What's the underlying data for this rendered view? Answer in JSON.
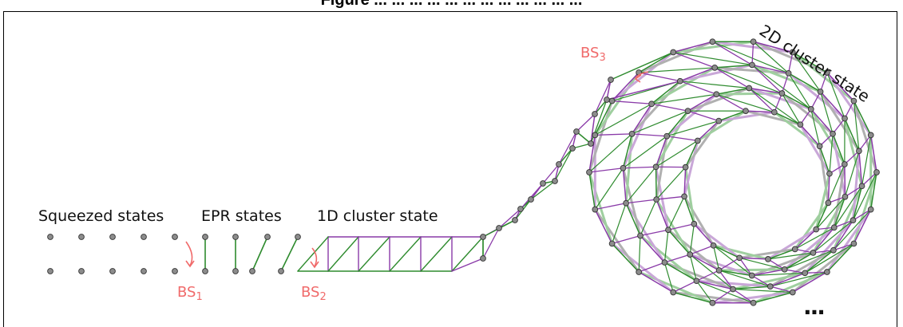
{
  "caption": "Figure ... ... ... ... ... ... ... ... ... ... ... ...",
  "labels": {
    "squeezed": "Squeezed states",
    "epr": "EPR states",
    "cluster_1d": "1D cluster state",
    "cluster_2d": "2D cluster state",
    "ellipsis": "..."
  },
  "beam_splitters": {
    "bs1": {
      "name": "BS",
      "sub": "1"
    },
    "bs2": {
      "name": "BS",
      "sub": "2"
    },
    "bs3": {
      "name": "BS",
      "sub": "3"
    }
  },
  "colors": {
    "green": "#2e8b2e",
    "purple": "#8a3aa8",
    "light_green": "#9fcf9f",
    "light_purple": "#c9a7d8",
    "grey": "#b0b0b0",
    "arrow": "#f06a6a",
    "node": "#8c8c8c"
  }
}
